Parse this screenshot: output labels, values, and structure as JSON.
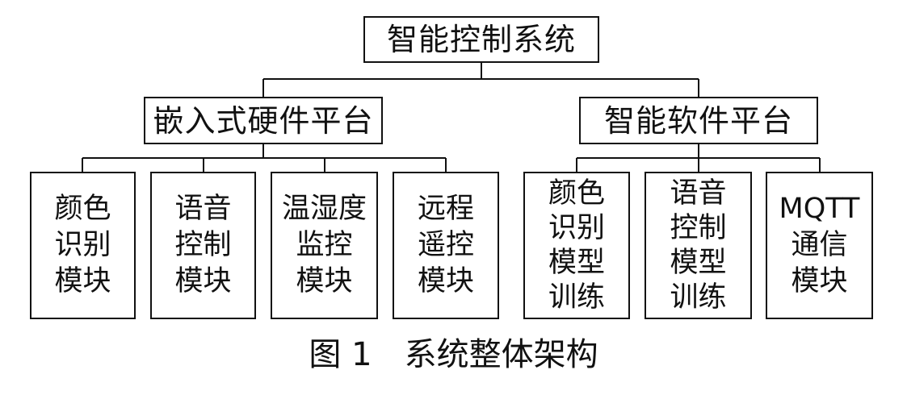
{
  "diagram": {
    "root": {
      "label": "智能控制系统"
    },
    "branches": [
      {
        "label": "嵌入式硬件平台",
        "children": [
          {
            "label": "颜色\n识别\n模块"
          },
          {
            "label": "语音\n控制\n模块"
          },
          {
            "label": "温湿度\n监控\n模块"
          },
          {
            "label": "远程\n遥控\n模块"
          }
        ]
      },
      {
        "label": "智能软件平台",
        "children": [
          {
            "label": "颜色\n识别\n模型\n训练"
          },
          {
            "label": "语音\n控制\n模型\n训练"
          },
          {
            "label": "MQTT\n通信\n模块"
          }
        ]
      }
    ]
  },
  "caption": "图 1　系统整体架构",
  "colors": {
    "line": "#111111",
    "background": "#ffffff"
  }
}
